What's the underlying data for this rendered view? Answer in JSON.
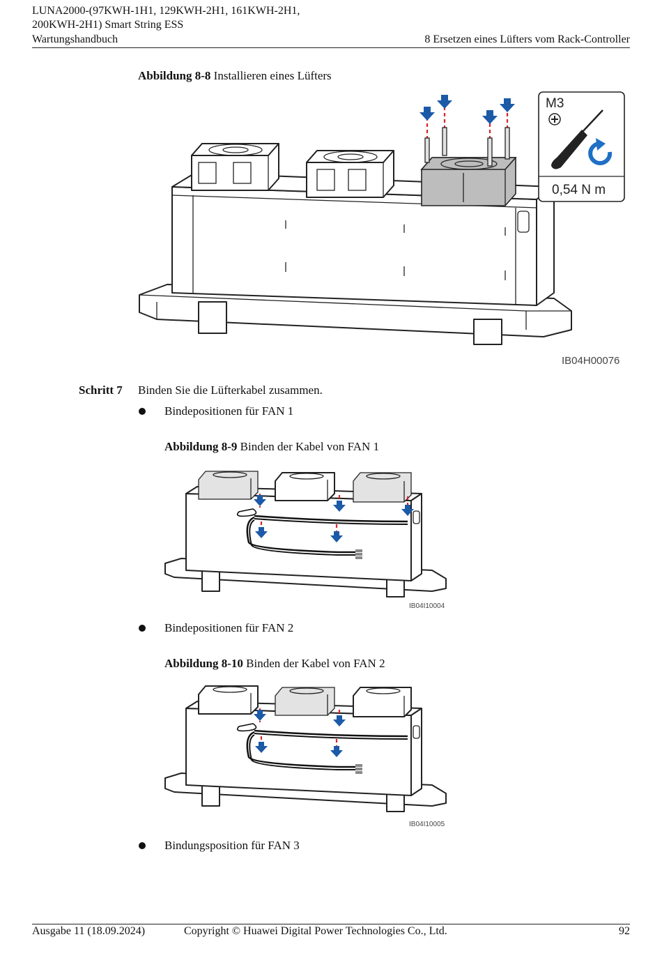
{
  "header": {
    "product_line1": "LUNA2000-(97KWH-1H1, 129KWH-2H1, 161KWH-2H1,",
    "product_line2": "200KWH-2H1) Smart String ESS",
    "doc_type": "Wartungshandbuch",
    "chapter": "8 Ersetzen eines Lüfters vom Rack-Controller"
  },
  "figure_8_8": {
    "label": "Abbildung 8-8",
    "title": "Installieren eines Lüfters",
    "screw_spec": "M3",
    "torque": "0,54 N m",
    "code": "IB04H00076"
  },
  "step": {
    "label": "Schritt 7",
    "text": "Binden Sie die Lüfterkabel zusammen."
  },
  "bullets": [
    {
      "text": "Bindepositionen für FAN 1"
    },
    {
      "text": "Bindepositionen für FAN 2"
    },
    {
      "text": "Bindungsposition für FAN 3"
    }
  ],
  "figure_8_9": {
    "label": "Abbildung 8-9",
    "title": "Binden der Kabel von FAN 1",
    "code": "IB04I10004"
  },
  "figure_8_10": {
    "label": "Abbildung 8-10",
    "title": "Binden der Kabel von FAN 2",
    "code": "IB04I10005"
  },
  "footer": {
    "edition": "Ausgabe 11 (18.09.2024)",
    "copyright": "Copyright © Huawei Digital Power Technologies Co., Ltd.",
    "page": "92"
  },
  "colors": {
    "arrow_blue": "#1c5aa8",
    "dash_red": "#d8232a",
    "highlight_grey": "#bdbdbd"
  }
}
